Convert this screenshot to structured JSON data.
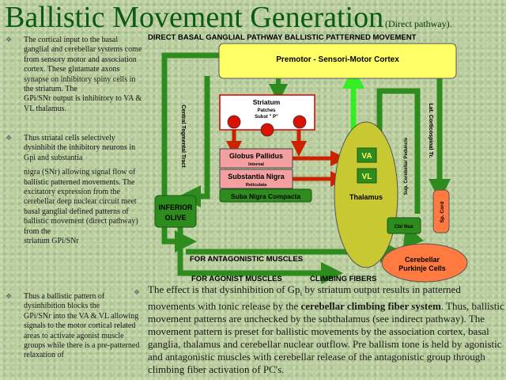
{
  "title": "Ballistic Movement Generation",
  "subtitle": "(Direct pathway).",
  "bullets": {
    "b1": [
      "The cortical input to the basal ganglial and cerebellar systems  come from sensory motor and association cortex. These glutamate axons synapse on inhibitory spiny cells in the striatum. The",
      "GPi/SNr output is inhibitory to VA & VL thalamus."
    ],
    "b2": [
      "Thus striatal cells selectively dysinhibit  the inhibitory neurons in Gpi and substantia",
      "nigra (SNr) allowing signal flow of ballistic patterned movements.  The excitatory expression from the cerebellar deep nuclear circuit meet basal ganglial defined patterns of ballistic movement (direct pathway) from the",
      "striatum GPi/SNr"
    ],
    "b3": [
      "Thus a ballistic  pattern of dysinhibition  blocks the",
      "GPi/SNr  into the VA & VL allowing signals to the motor cortical related areas to activate agonist muscle groups while there is a pre-patterned relaxation of"
    ]
  },
  "bottom": {
    "l1": "The effect is that dysinhibition of Gp",
    "l1_sub": "i",
    "l2": " by striatum output results in patterned movements with tonic release by the ",
    "bold": "cerebellar climbing fiber system",
    "l3": ". Thus,  ballistic movement patterns are unchecked by the subthalamus (see indirect pathway).  The movement pattern is preset for ballistic movements by the association cortex, basal ganglia, thalamus and cerebellar nuclear outflow. Pre ballism tone is held by agonistic and antagonistic muscles with cerebellar release of the antagonistic group through climbing fiber activation of PC's."
  },
  "diagram": {
    "header": "DIRECT BASAL GANGLIAL PATHWAY   BALLISTIC PATTERNED MOVEMENT",
    "cortex": "Premotor - Sensori-Motor Cortex",
    "striatum": "Striatum",
    "patches": "Patches",
    "subst_p": "Subst \" P\"",
    "gp": "Globus Pallidus",
    "gp_sub": "Internal",
    "sn": "Substantia Nigra",
    "sn_sub": "Reticulata",
    "snc": "Suba Nigra Compacta",
    "thalamus": "Thalamus",
    "va": "VA",
    "vl": "VL",
    "io1": "INFERIOR",
    "io2": "OLIVE",
    "cbl_nuc": "Cbl Nuc",
    "cerebellar1": "Cerebellar",
    "cerebellar2": "Purkinje Cells",
    "sp_cord": "Sp. Cord",
    "central_tegmental": "Central Tegmental Tract",
    "lat_cortico": "Lat. Corticospinal Tr.",
    "sup_cerebellar": "Sup. Cerebellar Peduncle",
    "antagonistic": "FOR ANTAGONISTIC MUSCLES",
    "agonist": "FOR AGONIST MUSCLES",
    "climbing": "CLIMBING  FIBERS"
  },
  "colors": {
    "title": "#0a5a14",
    "arrow_green": "#2e8b1e",
    "arrow_bright": "#33ee22",
    "arrow_red": "#cc2200",
    "cortex_fill": "#ffff66",
    "thalamus_fill": "#c8c832",
    "gp_fill": "#f4a0a0",
    "cerebellum_fill": "#ff7a40",
    "io_fill": "#2e8b1e"
  }
}
